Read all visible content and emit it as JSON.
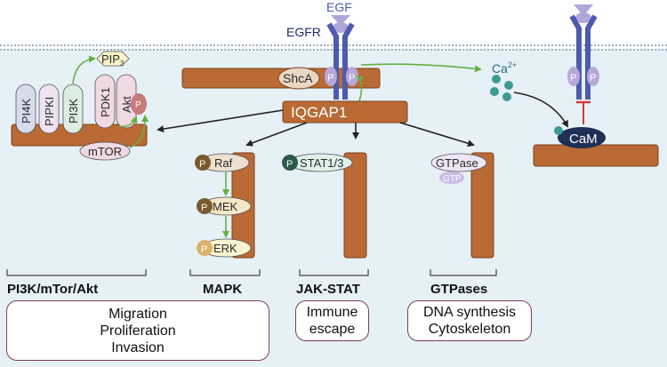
{
  "colors": {
    "membrane_bg": "#e6f0f7",
    "membrane_line": "#9fb0bf",
    "scaffold": "#b96a35",
    "scaffold_edge": "#7c4218",
    "receptor": "#4c5bb0",
    "phospho": "#b7a8d9",
    "ligand": "#b0a6d8",
    "arrow_green": "#64b040",
    "calcium": "#3b9a94",
    "inhibit": "#d23a3a",
    "box_border": "#7a3f5a"
  },
  "labels": {
    "egf": "EGF",
    "egfr": "EGFR",
    "shca": "ShcA",
    "iqgap1": "IQGAP1",
    "calcium_base": "Ca",
    "calcium_sup": "2+",
    "cam": "CaM",
    "pi4k": "PI4K",
    "pipki": "PIPKI",
    "pi3k": "PI3K",
    "pdk1": "PDK1",
    "akt": "Akt",
    "pip3_base": "PIP",
    "pip3_sub": "3",
    "mtor": "mTOR",
    "raf": "Raf",
    "mek": "MEK",
    "erk": "ERK",
    "stat": "STAT1/3",
    "gtpase": "GTPase",
    "gtp": "GTP",
    "phospho": "P"
  },
  "pathways": {
    "pi3k": "PI3K/mTor/Akt",
    "mapk": "MAPK",
    "jakstat": "JAK-STAT",
    "gtpases": "GTPases"
  },
  "outcomes": {
    "pi3k_mapk": "Migration\nProliferation\nInvasion",
    "jakstat": "Immune\nescape",
    "gtpases": "DNA synthesis\nCytoskeleton"
  }
}
